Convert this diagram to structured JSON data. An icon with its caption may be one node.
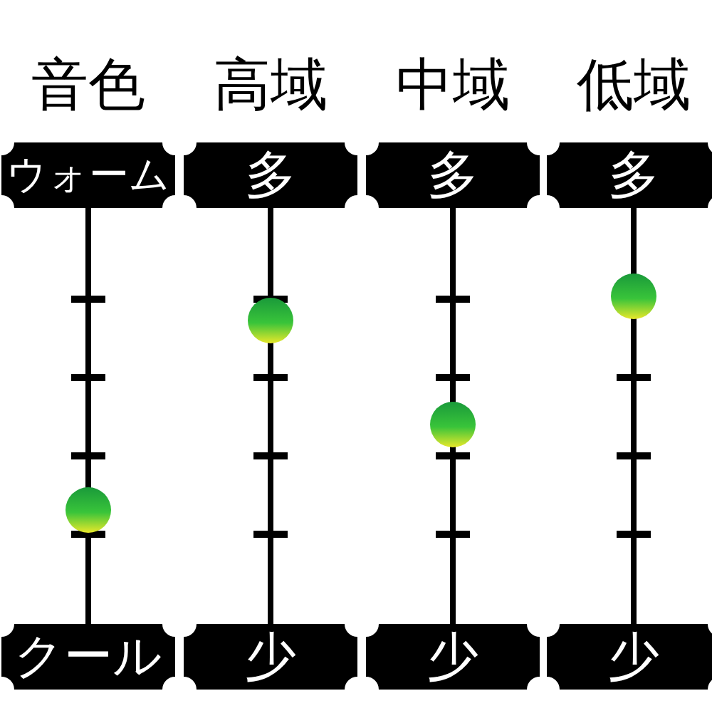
{
  "diagram": {
    "nodes": [
      {
        "text": [
          "ウォーム"
        ]
      },
      {
        "text": [
          "クール"
        ]
      },
      {
        "text": [
          "多"
        ]
      },
      {
        "text": [
          "少"
        ]
      },
      {
        "text": [
          "多"
        ]
      },
      {
        "text": [
          "少"
        ]
      },
      {
        "text": [
          "多"
        ]
      },
      {
        "text": [
          "少"
        ]
      }
    ],
    "edges": [
      {
        "from": 0,
        "to": 1,
        "arrow": "none"
      },
      {
        "from": 2,
        "to": 3,
        "arrow": "none"
      },
      {
        "from": 4,
        "to": 5,
        "arrow": "none"
      },
      {
        "from": 6,
        "to": 7,
        "arrow": "none"
      }
    ],
    "labels": [
      "音色",
      "高域",
      "中域",
      "低域"
    ]
  }
}
